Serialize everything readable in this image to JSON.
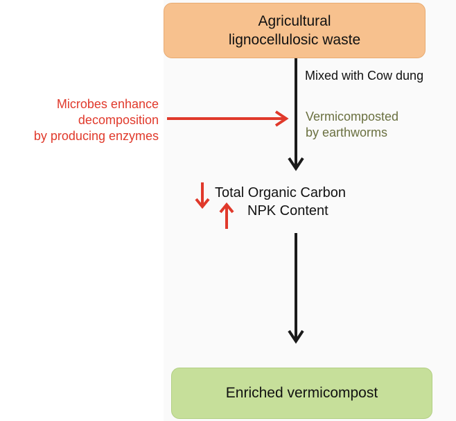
{
  "nodes": {
    "input": {
      "line1": "Agricultural",
      "line2": "lignocellulosic waste",
      "color": "#f7c18e"
    },
    "output": {
      "label": "Enriched vermicompost",
      "color": "#c6df9a"
    }
  },
  "steps": {
    "mixing": "Mixed with Cow dung",
    "vermicomposting": {
      "line1": "Vermicomposted",
      "line2": "by earthworms",
      "color": "#6a7040"
    }
  },
  "microbes": {
    "line1": "Microbes enhance",
    "line2": "decomposition",
    "line3": "by producing enzymes",
    "color": "#e0392b"
  },
  "changes": {
    "decrease": {
      "label": "Total Organic Carbon",
      "icon": "arrow-down-icon"
    },
    "increase": {
      "label": "NPK Content",
      "icon": "arrow-up-icon"
    },
    "arrow_color": "#e0392b"
  },
  "flow_arrow_color": "#1a1a1a"
}
